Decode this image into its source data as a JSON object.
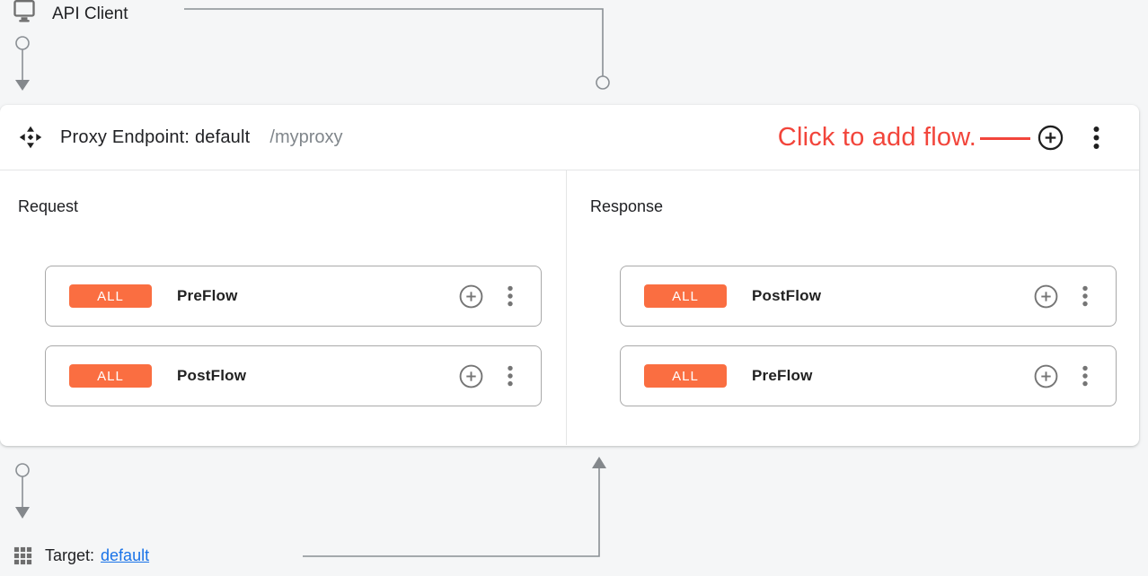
{
  "colors": {
    "page_background": "#F5F6F7",
    "badge_orange": "#FA6E41",
    "annotation_red": "#F2453B",
    "link_blue": "#1A73E8",
    "connector_gray": "#8A8F94",
    "icon_gray": "#757575"
  },
  "api_client": {
    "label": "API Client"
  },
  "proxy_endpoint": {
    "title": "Proxy Endpoint: default",
    "basepath": "/myproxy",
    "annotation": "Click to add flow.",
    "request": {
      "heading": "Request",
      "flows": [
        {
          "condition": "ALL",
          "name": "PreFlow"
        },
        {
          "condition": "ALL",
          "name": "PostFlow"
        }
      ]
    },
    "response": {
      "heading": "Response",
      "flows": [
        {
          "condition": "ALL",
          "name": "PostFlow"
        },
        {
          "condition": "ALL",
          "name": "PreFlow"
        }
      ]
    }
  },
  "target": {
    "label": "Target:",
    "name": "default"
  }
}
